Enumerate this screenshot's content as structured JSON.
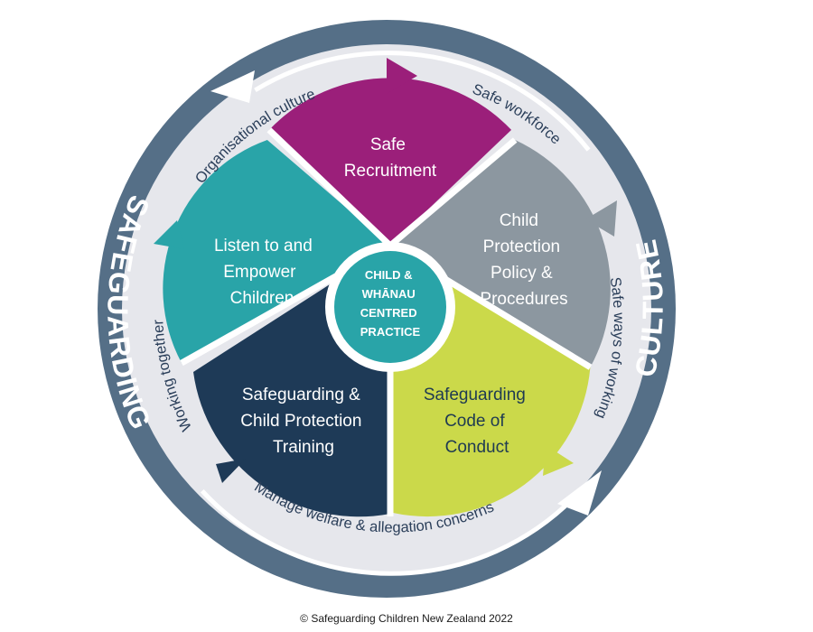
{
  "outer_ring": {
    "left_label": "SAFEGUARDING",
    "right_label": "CULTURE"
  },
  "inner_ring_labels": {
    "top_left": "Organisational culture",
    "top_right": "Safe workforce",
    "right": "Safe ways of working",
    "bottom": "Manage welfare & allegation concerns",
    "left": "Working together"
  },
  "segments": {
    "recruitment": {
      "lines": [
        "Safe",
        "Recruitment"
      ],
      "color": "#9b1f7a"
    },
    "policy": {
      "lines": [
        "Child",
        "Protection",
        "Policy &",
        "Procedures"
      ],
      "color": "#8c97a0"
    },
    "conduct": {
      "lines": [
        "Safeguarding",
        "Code of",
        "Conduct"
      ],
      "color": "#cbd94a"
    },
    "training": {
      "lines": [
        "Safeguarding &",
        "Child Protection",
        "Training"
      ],
      "color": "#1e3a57"
    },
    "listen": {
      "lines": [
        "Listen to and",
        "Empower",
        "Children"
      ],
      "color": "#29a4a8"
    }
  },
  "center": {
    "lines": [
      "CHILD &",
      "WHĀNAU",
      "CENTRED",
      "PRACTICE"
    ],
    "color": "#29a4a8"
  },
  "colors": {
    "outer_ring": "#556f87",
    "inner_ring": "#e6e7ec",
    "arrow_white": "#ffffff"
  },
  "footer": {
    "copyright": "© Safeguarding Children New Zealand 2022"
  }
}
